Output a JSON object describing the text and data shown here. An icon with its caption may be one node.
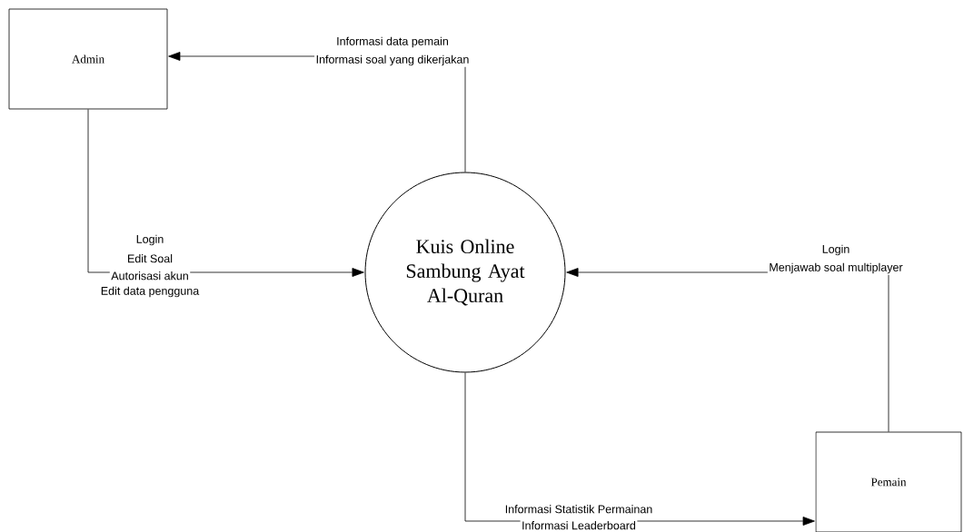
{
  "diagram": {
    "nodes": [
      {
        "text": [
          "Admin"
        ]
      },
      {
        "text": [
          "Kuis Online Sambung Ayat Al-Quran"
        ]
      },
      {
        "text": [
          "Pemain"
        ]
      }
    ],
    "edges": [
      {
        "from": 1,
        "to": 0,
        "arrow": "to"
      },
      {
        "from": 0,
        "to": 1,
        "arrow": "to"
      },
      {
        "from": 2,
        "to": 1,
        "arrow": "to"
      },
      {
        "from": 1,
        "to": 2,
        "arrow": "to"
      }
    ],
    "labels": [
      "Informasi data pemain",
      "Informasi soal yang dikerjakan",
      "Login",
      "Edit Soal",
      "Autorisasi akun",
      "Edit data pengguna",
      "Login",
      "Menjawab soal multiplayer",
      "Informasi Statistik Permainan",
      "Informasi Leaderboard"
    ]
  }
}
